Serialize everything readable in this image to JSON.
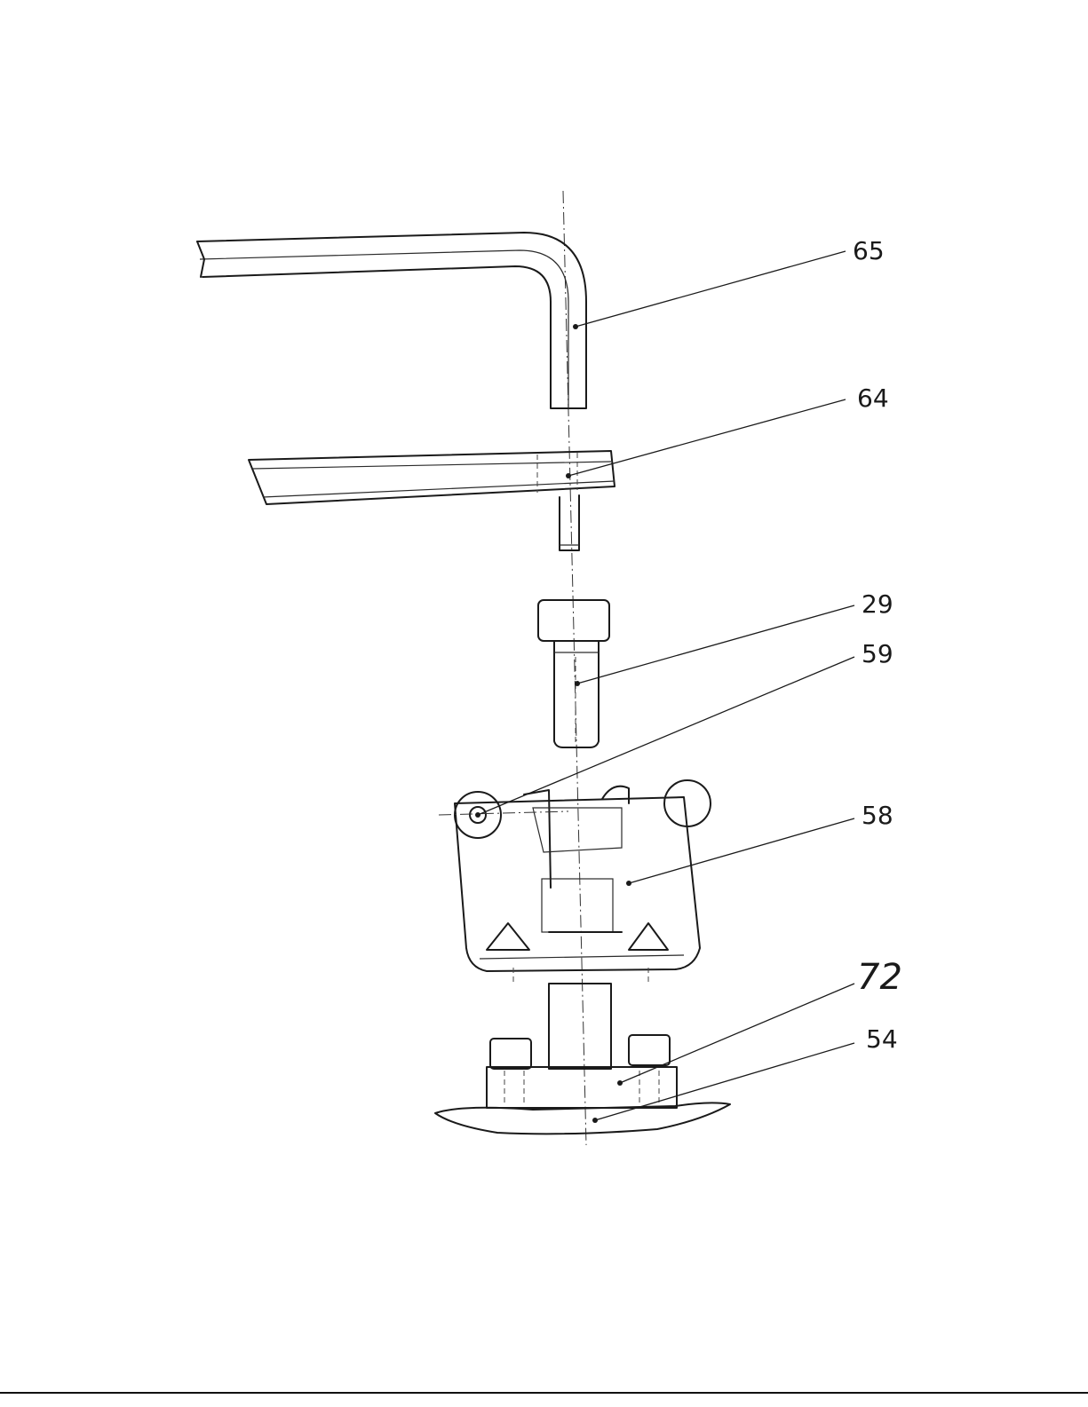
{
  "labels": {
    "p65": "65",
    "p64": "64",
    "p29": "29",
    "p59": "59",
    "p58": "58",
    "p72": "72",
    "p54": "54"
  }
}
